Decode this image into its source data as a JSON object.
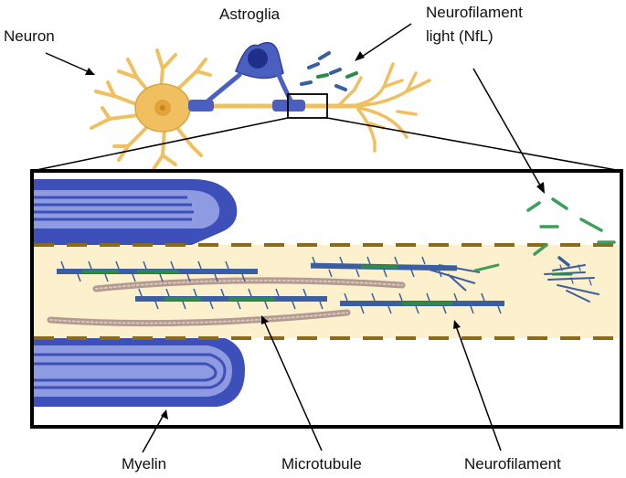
{
  "labels": {
    "neuron": "Neuron",
    "astroglia": "Astroglia",
    "nfl_line1": "Neurofilament",
    "nfl_line2": "light (NfL)",
    "myelin": "Myelin",
    "microtubule": "Microtubule",
    "neurofilament": "Neurofilament"
  },
  "colors": {
    "neuron_body": "#f0c060",
    "neuron_outline": "#d9a441",
    "nucleus": "#e2a43a",
    "astroglia_body": "#4a5fc0",
    "astroglia_nucleus": "#1f2f8a",
    "myelin_dark": "#3d4fb8",
    "myelin_light": "#8e9be0",
    "axon_fill": "#fdf0cc",
    "axon_dash": "#8a6a1c",
    "filament_blue": "#3a5ea0",
    "filament_green": "#2e8a4a",
    "nfl_green": "#3aa05a",
    "microtubule": "#b39a90",
    "frame": "#000000"
  },
  "icons": [
    "neuron-cell-icon",
    "astroglia-cell-icon",
    "nfl-fragments-icon"
  ]
}
